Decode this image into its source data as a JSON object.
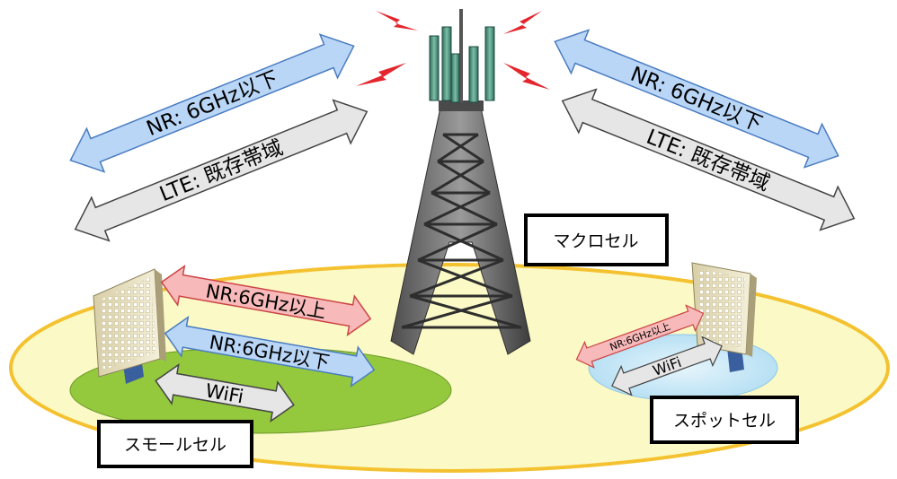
{
  "macro_arrows_left": {
    "nr": "NR: 6GHz以下",
    "lte": "LTE: 既存帯域"
  },
  "macro_arrows_right": {
    "nr": "NR: 6GHz以下",
    "lte": "LTE: 既存帯域"
  },
  "small_cell_arrows": {
    "nr_high": "NR:6GHz以上",
    "nr_low": "NR:6GHz以下",
    "wifi": "WiFi"
  },
  "spot_cell_arrows": {
    "nr_high": "NR:6GHz以上",
    "wifi": "WiFi"
  },
  "labels": {
    "macro_cell": "マクロセル",
    "small_cell": "スモールセル",
    "spot_cell": "スポットセル"
  },
  "colors": {
    "macro_area": "#fbf9c5",
    "macro_area_border": "#f4c230",
    "small_area": "#94c83d",
    "spot_area": "#bfe3f6",
    "nr_low_arrow": "#b9d6f7",
    "nr_high_arrow": "#f7b9b9",
    "lte_arrow": "#e6e6e6",
    "wifi_arrow": "#e6e6e6",
    "signal": "#e3262d"
  }
}
